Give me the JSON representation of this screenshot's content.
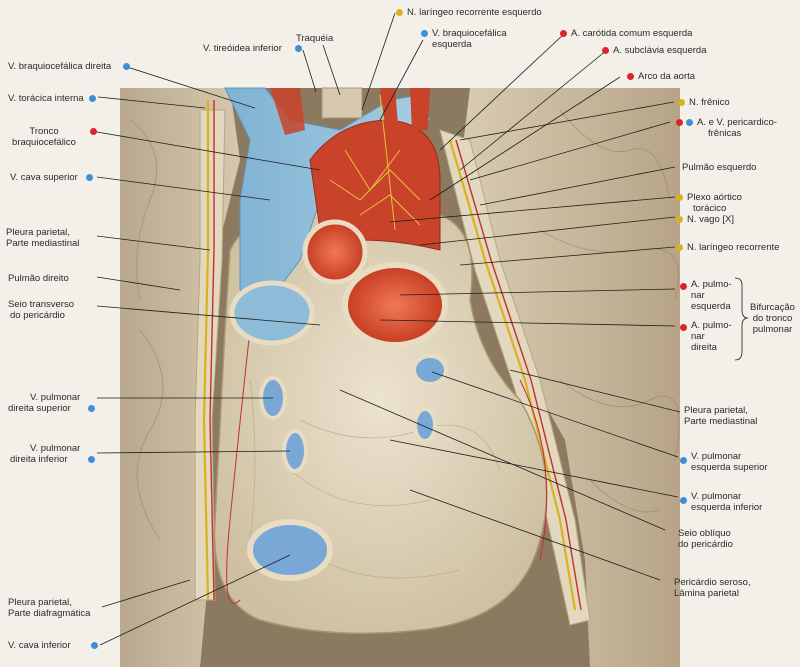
{
  "legend_colors": {
    "vein": "#3d8fd6",
    "artery": "#d9262a",
    "nerve": "#d9b21e"
  },
  "labels": {
    "n_laringeo_rec_esq": "N. laríngeo recorrente esquerdo",
    "traqueia": "Traquéia",
    "v_tireoidea_inf": "V. tireóidea inferior",
    "v_braquiocef_esq_1": "V. braquiocefálica",
    "v_braquiocef_esq_2": "esquerda",
    "a_carotida": "A. carótida comum esquerda",
    "a_subclavia": "A. subclávia esquerda",
    "arco_aorta": "Arco da aorta",
    "v_braquiocef_dir": "V. braquiocefálica direita",
    "v_toracica_int": "V. torácica interna",
    "n_frenico": "N. frênico",
    "a_v_pericardico_1": "A. e V. pericardico-",
    "a_v_pericardico_2": "frênicas",
    "tronco_1": "Tronco",
    "tronco_2": "braquiocefálico",
    "v_cava_sup": "V. cava superior",
    "pulmao_esq": "Pulmão esquerdo",
    "plexo_1": "Plexo aórtico",
    "plexo_2": "torácico",
    "n_vago": "N. vago [X]",
    "pleura_med_1": "Pleura parietal,",
    "pleura_med_2": "Parte mediastinal",
    "n_laringeo_rec": "N. laríngeo recorrente",
    "pulmao_dir": "Pulmão direito",
    "a_pulm_esq_1": "A. pulmo-",
    "a_pulm_esq_2": "nar",
    "a_pulm_esq_3": "esquerda",
    "seio_transv_1": "Seio transverso",
    "seio_transv_2": "do pericárdio",
    "bifurc_1": "Bifurcação",
    "bifurc_2": "do tronco",
    "bifurc_3": "pulmonar",
    "a_pulm_dir_1": "A. pulmo-",
    "a_pulm_dir_2": "nar",
    "a_pulm_dir_3": "direita",
    "v_pulm_dir_sup_1": "V. pulmonar",
    "v_pulm_dir_sup_2": "direita superior",
    "pleura_med_r_1": "Pleura parietal,",
    "pleura_med_r_2": "Parte mediastinal",
    "v_pulm_dir_inf_1": "V. pulmonar",
    "v_pulm_dir_inf_2": "direita inferior",
    "v_pulm_esq_sup_1": "V. pulmonar",
    "v_pulm_esq_sup_2": "esquerda superior",
    "v_pulm_esq_inf_1": "V. pulmonar",
    "v_pulm_esq_inf_2": "esquerda inferior",
    "seio_obl_1": "Seio oblíquo",
    "seio_obl_2": "do pericárdio",
    "pericardio_1": "Pericárdio seroso,",
    "pericardio_2": "Lâmina parietal",
    "pleura_diaf_1": "Pleura parietal,",
    "pleura_diaf_2": "Parte diafragmática",
    "v_cava_inf": "V. cava inferior"
  }
}
